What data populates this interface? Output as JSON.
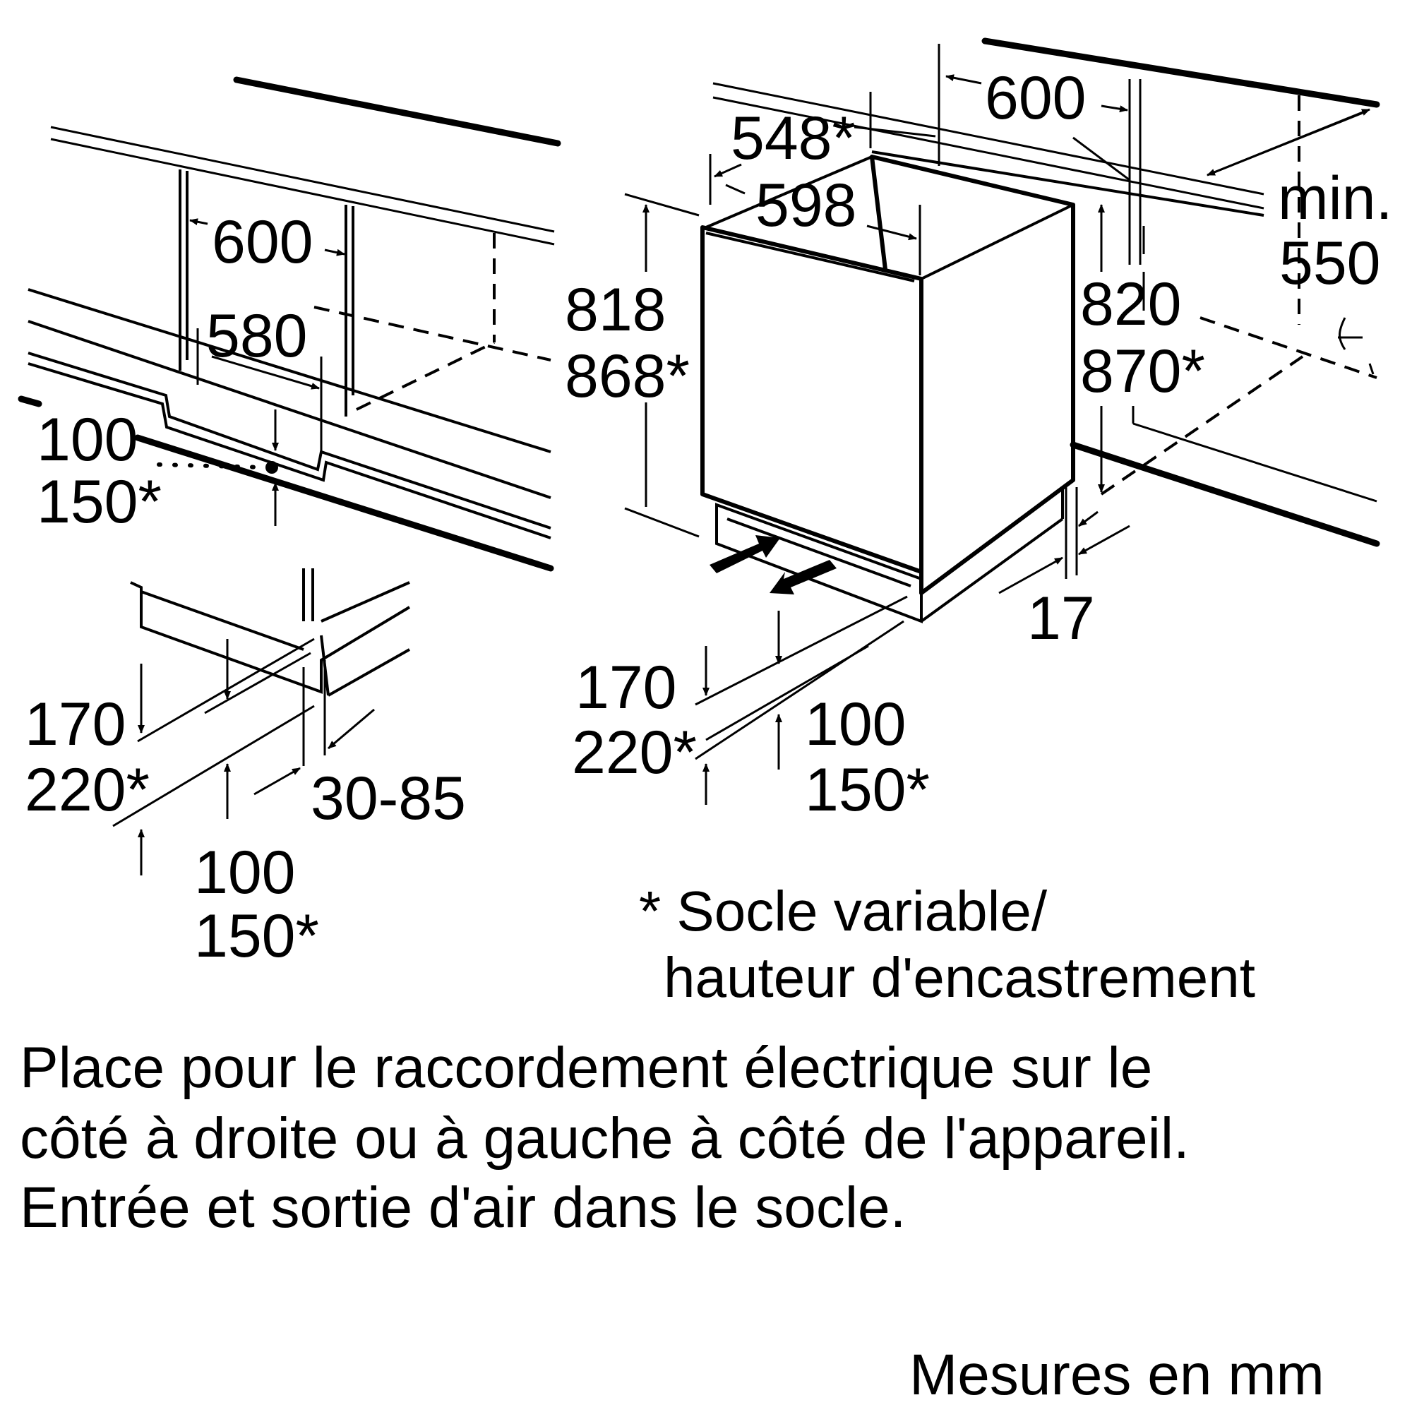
{
  "left_view": {
    "niche_width": "600",
    "depth": "580",
    "plinth_gap_1": "100",
    "plinth_gap_2": "150*",
    "plinth_height_1": "170",
    "plinth_height_2": "220*",
    "plinth_setback": "30-85",
    "plinth_vent_1": "100",
    "plinth_vent_2": "150*"
  },
  "right_view": {
    "niche_width": "600",
    "appliance_depth": "548*",
    "appliance_width": "598",
    "appliance_height_1": "818",
    "appliance_height_2": "868*",
    "niche_height_1": "820",
    "niche_height_2": "870*",
    "niche_depth_1": "min.",
    "niche_depth_2": "550",
    "door_gap": "17",
    "plinth_height_1": "170",
    "plinth_height_2": "220*",
    "plinth_vent_1": "100",
    "plinth_vent_2": "150*"
  },
  "footnote": {
    "line1": "* Socle variable/",
    "line2": "hauteur d'encastrement"
  },
  "info": {
    "line1": "Place pour le raccordement électrique sur le",
    "line2": "côté à droite ou à gauche à côté de l'appareil.",
    "line3": "Entrée et sortie d'air dans le socle."
  },
  "units": "Mesures en mm"
}
